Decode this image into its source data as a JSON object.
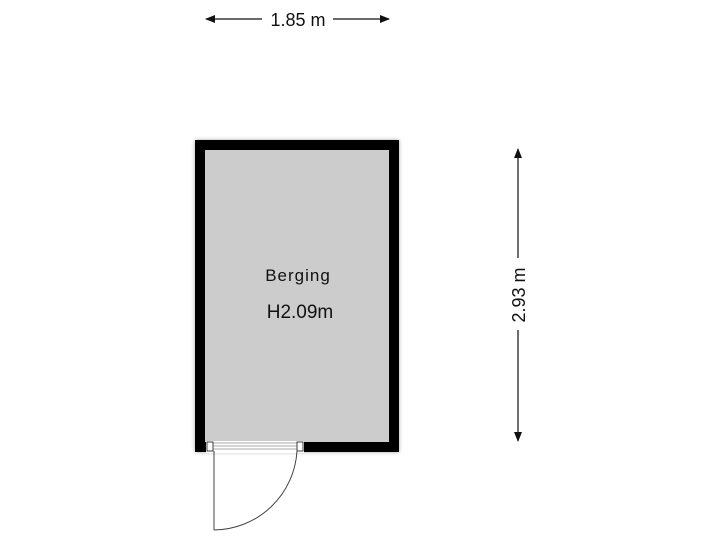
{
  "dimensions": {
    "width_label": "1.85 m",
    "height_label": "2.93 m"
  },
  "room": {
    "name": "Berging",
    "ceiling_height": "H2.09m"
  },
  "colors": {
    "wall": "#000000",
    "floor": "#cccccc",
    "background": "#ffffff",
    "lines": "#111111"
  }
}
